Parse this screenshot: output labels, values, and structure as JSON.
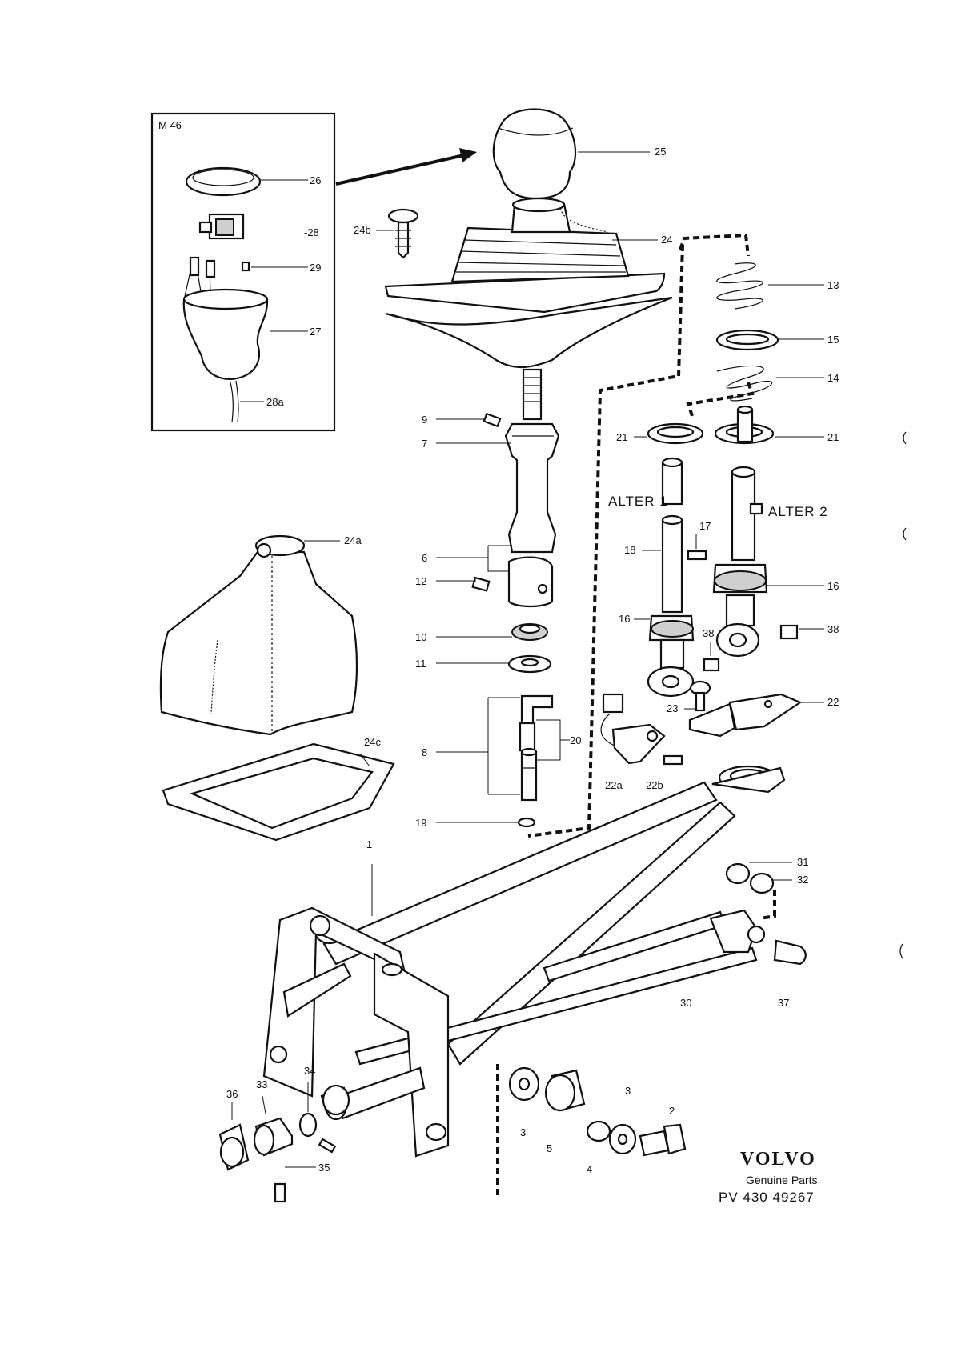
{
  "inset": {
    "title": "M 46"
  },
  "variants": {
    "alt1": "ALTER 1",
    "alt2": "ALTER 2"
  },
  "footer": {
    "brand": "VOLVO",
    "subtitle": "Genuine Parts",
    "part_number": "PV 430 49267"
  },
  "callouts": {
    "c1": "1",
    "c2": "2",
    "c3a": "3",
    "c3b": "3",
    "c4": "4",
    "c5": "5",
    "c6": "6",
    "c7": "7",
    "c8": "8",
    "c9": "9",
    "c10": "10",
    "c11": "11",
    "c12": "12",
    "c13": "13",
    "c14": "14",
    "c15": "15",
    "c16a": "16",
    "c16b": "16",
    "c17": "17",
    "c18": "18",
    "c19": "19",
    "c20": "20",
    "c21a": "21",
    "c21b": "21",
    "c22": "22",
    "c22a": "22a",
    "c22b": "22b",
    "c23": "23",
    "c24": "24",
    "c24a": "24a",
    "c24b": "24b",
    "c24c": "24c",
    "c25": "25",
    "c26": "26",
    "c27": "27",
    "c28": "-28",
    "c28a": "28a",
    "c29": "29",
    "c30": "30",
    "c31": "31",
    "c32": "32",
    "c33": "33",
    "c34": "34",
    "c35": "35",
    "c36": "36",
    "c37": "37",
    "c38a": "38",
    "c38b": "38"
  }
}
